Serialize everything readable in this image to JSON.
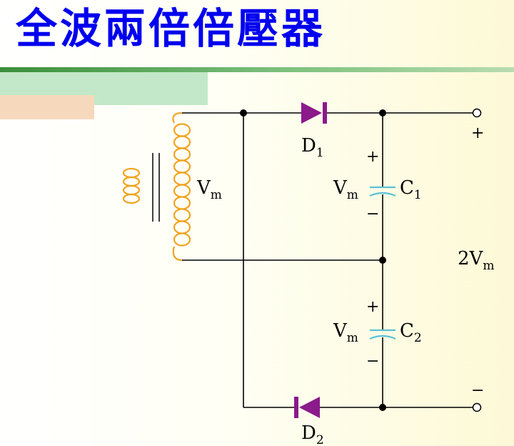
{
  "slide": {
    "title": "全波兩倍倍壓器"
  },
  "circuit": {
    "colors": {
      "wire": "#000000",
      "coil": "#f0a420",
      "diode": "#8b1a8b",
      "capacitor": "#5bc0d8",
      "title": "#0000ee"
    },
    "transformer": {
      "secondary_label": "V",
      "secondary_sub": "m"
    },
    "d1": {
      "label": "D",
      "sub": "1"
    },
    "d2": {
      "label": "D",
      "sub": "2"
    },
    "c1": {
      "label": "C",
      "sub": "1",
      "voltage": "V",
      "voltage_sub": "m",
      "plus": "+",
      "minus": "−"
    },
    "c2": {
      "label": "C",
      "sub": "2",
      "voltage": "V",
      "voltage_sub": "m",
      "plus": "+",
      "minus": "−"
    },
    "output": {
      "plus": "+",
      "minus": "−",
      "voltage": "2V",
      "voltage_sub": "m"
    }
  }
}
